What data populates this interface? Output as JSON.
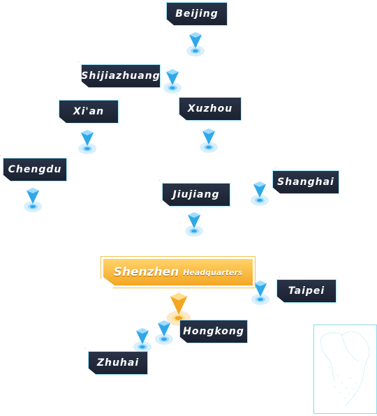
{
  "cities": [
    {
      "id": "beijing",
      "label": "Beijing"
    },
    {
      "id": "shijiazhuang",
      "label": "Shijiazhuang"
    },
    {
      "id": "xian",
      "label": "Xi'an"
    },
    {
      "id": "xuzhou",
      "label": "Xuzhou"
    },
    {
      "id": "chengdu",
      "label": "Chengdu"
    },
    {
      "id": "jiujiang",
      "label": "Jiujiang"
    },
    {
      "id": "shanghai",
      "label": "Shanghai"
    },
    {
      "id": "taipei",
      "label": "Taipei"
    },
    {
      "id": "hongkong",
      "label": "Hongkong"
    },
    {
      "id": "zhuhai",
      "label": "Zhuhai"
    }
  ],
  "headquarters": {
    "city": "Shenzhen",
    "subtitle": "Headquarters"
  },
  "colors": {
    "pin_blue": "#2fa8e8",
    "pin_light": "#9fdcff",
    "label_bg": "#1f2738",
    "label_border": "#7fdfff",
    "hq_gold": "#f4a623"
  },
  "icons": {
    "city_pin": "location-pin-icon",
    "hq_pin": "headquarters-pin-icon"
  }
}
